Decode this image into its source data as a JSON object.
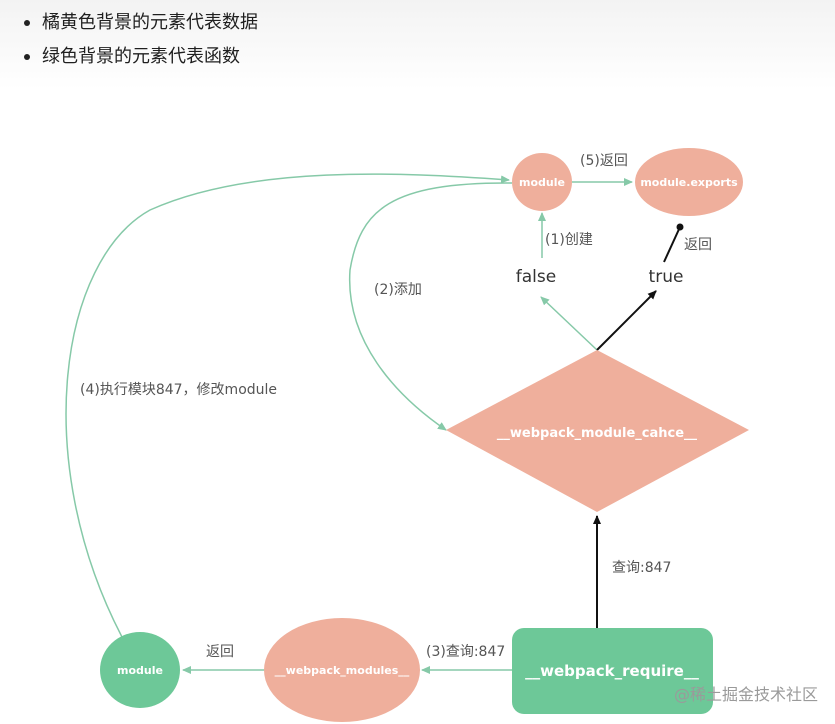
{
  "legend": {
    "items": [
      "橘黄色背景的元素代表数据",
      "绿色背景的元素代表函数"
    ]
  },
  "colors": {
    "data_node": "#efaf9c",
    "function_node": "#6dc898",
    "green_edge": "#86c9a8",
    "black_edge": "#111111"
  },
  "nodes": {
    "module_top": "module",
    "module_exports": "module.exports",
    "cache_diamond": "__webpack_module_cahce__",
    "webpack_require": "__webpack_require__",
    "webpack_modules": "__webpack_modules__",
    "module_bottom": "module"
  },
  "branches": {
    "false": "false",
    "true": "true"
  },
  "edges": {
    "return_top": "(5)返回",
    "create": "(1)创建",
    "return_true": "返回",
    "add": "(2)添加",
    "execute": "(4)执行模块847，修改module",
    "query_cache": "查询:847",
    "query_modules": "(3)查询:847",
    "return_bottom": "返回"
  },
  "watermark": "@稀土掘金技术社区"
}
